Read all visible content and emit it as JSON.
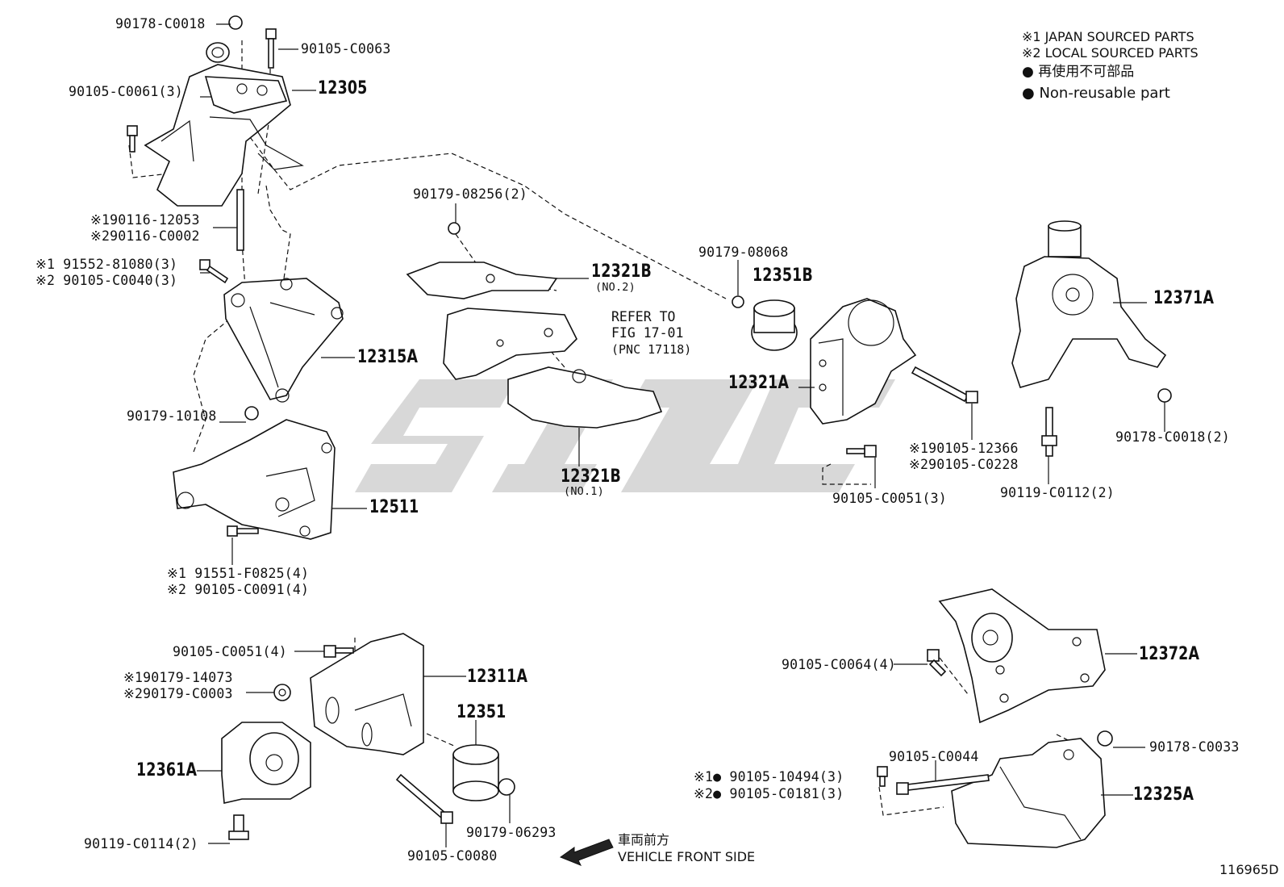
{
  "legend": {
    "note1": "※1 JAPAN SOURCED PARTS",
    "note2": "※2 LOCAL SOURCED PARTS",
    "jp_label": "再使用不可部品",
    "en_label": "Non-reusable part"
  },
  "labels": {
    "l01": "90178-C0018",
    "l02": "90105-C0063",
    "l03": "90105-C0061(3)",
    "l04": "12305",
    "l05": "※190116-12053",
    "l06": "※290116-C0002",
    "l07": "※1 91552-81080(3)",
    "l08": "※2 90105-C0040(3)",
    "l09": "12315A",
    "l10": "90179-10108",
    "l11": "12511",
    "l12": "※1 91551-F0825(4)",
    "l13": "※2 90105-C0091(4)",
    "l14": "90179-08256(2)",
    "l15": "12321B",
    "l16": "(NO.2)",
    "l17": "12321B",
    "l18": "(NO.1)",
    "l19": "90179-08068",
    "l20": "12351B",
    "l21": "12321A",
    "l22": "※190105-12366",
    "l23": "※290105-C0228",
    "l24": "90105-C0051(3)",
    "l25": "12371A",
    "l26": "90178-C0018(2)",
    "l27": "90119-C0112(2)",
    "l28": "90105-C0051(4)",
    "l29": "12311A",
    "l30": "※190179-14073",
    "l31": "※290179-C0003",
    "l32": "12351",
    "l33": "12361A",
    "l34": "90179-06293",
    "l35": "90119-C0114(2)",
    "l36": "90105-C0080",
    "l37": "12372A",
    "l38": "90105-C0064(4)",
    "l39": "90178-C0033",
    "l40": "90105-C0044",
    "l41": "※1",
    "l42": "90105-10494(3)",
    "l43": "※2",
    "l44": "90105-C0181(3)",
    "l45": "12325A"
  },
  "refer": {
    "line1": "REFER TO",
    "line2": "FIG 17-01",
    "line3": "(PNC 17118)"
  },
  "front": {
    "jp": "車両前方",
    "en": "VEHICLE FRONT SIDE"
  },
  "illustration_id": "116965D"
}
